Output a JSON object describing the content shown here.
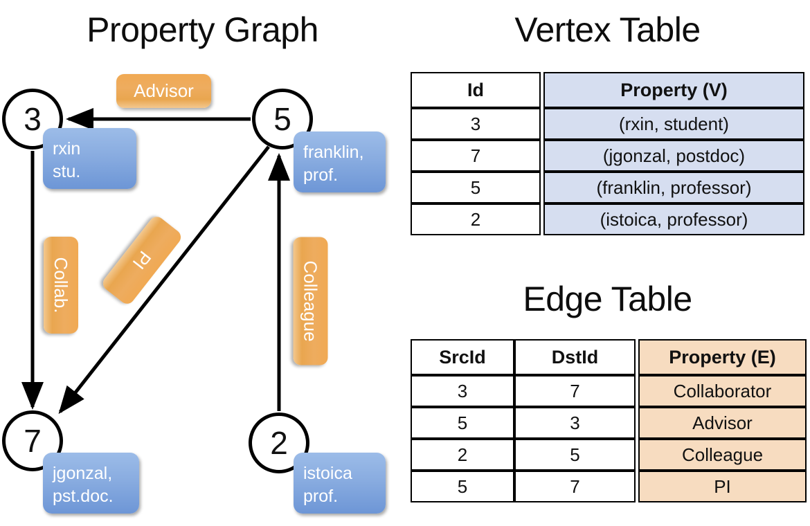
{
  "titles": {
    "property_graph": "Property Graph",
    "vertex_table": "Vertex Table",
    "edge_table": "Edge Table"
  },
  "graph": {
    "nodes": [
      {
        "id": "3",
        "label": "rxin\nstu."
      },
      {
        "id": "5",
        "label": "franklin,\nprof."
      },
      {
        "id": "7",
        "label": "jgonzal,\npst.doc."
      },
      {
        "id": "2",
        "label": "istoica\nprof."
      }
    ],
    "edge_labels": [
      {
        "name": "advisor",
        "text": "Advisor"
      },
      {
        "name": "collab",
        "text": "Collab."
      },
      {
        "name": "colleague",
        "text": "Colleague"
      },
      {
        "name": "pi",
        "text": "PI"
      }
    ]
  },
  "vertex_table": {
    "headers": [
      "Id",
      "Property (V)"
    ],
    "rows": [
      {
        "id": "3",
        "property": "(rxin, student)"
      },
      {
        "id": "7",
        "property": "(jgonzal, postdoc)"
      },
      {
        "id": "5",
        "property": "(franklin, professor)"
      },
      {
        "id": "2",
        "property": "(istoica, professor)"
      }
    ]
  },
  "edge_table": {
    "headers": [
      "SrcId",
      "DstId",
      "Property (E)"
    ],
    "rows": [
      {
        "src": "3",
        "dst": "7",
        "property": "Collaborator"
      },
      {
        "src": "5",
        "dst": "3",
        "property": "Advisor"
      },
      {
        "src": "2",
        "dst": "5",
        "property": "Colleague"
      },
      {
        "src": "5",
        "dst": "7",
        "property": "PI"
      }
    ]
  },
  "colors": {
    "vertex_property_fill": "#d6def0",
    "edge_property_fill": "#f7dcc0",
    "node_box_blue": "#89ace0",
    "edge_label_orange": "#eeac5f",
    "stroke": "#000000"
  }
}
